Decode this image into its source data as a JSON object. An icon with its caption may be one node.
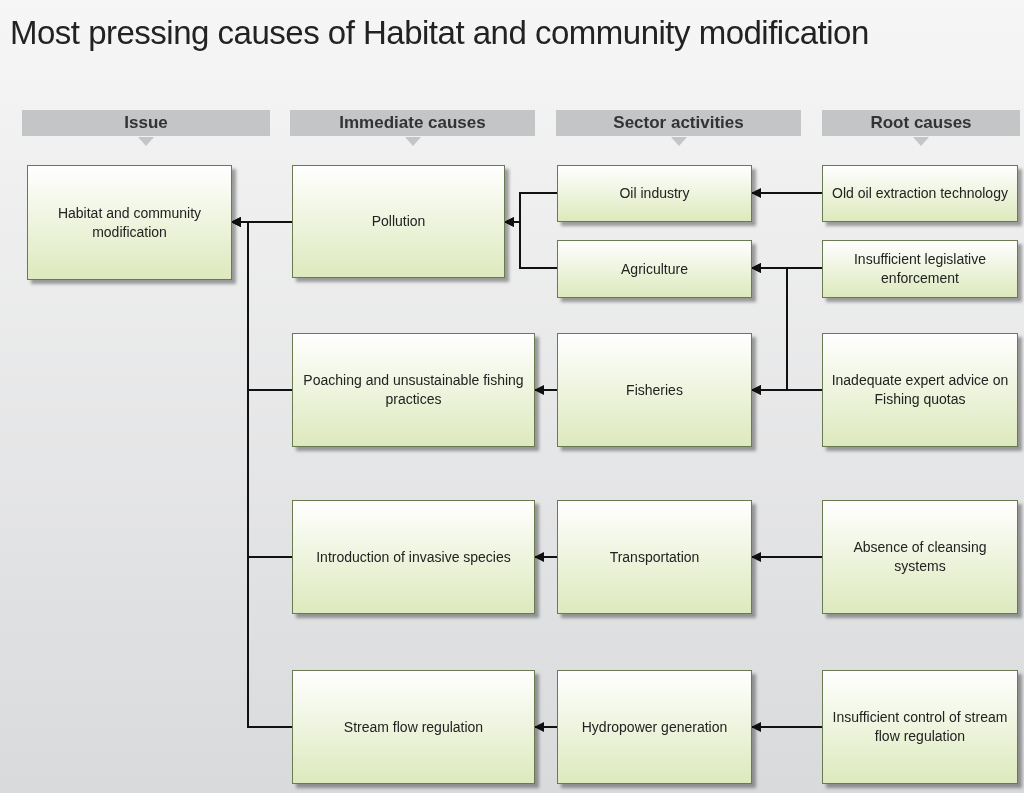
{
  "diagram": {
    "title": "Most pressing causes of Habitat and community modification",
    "nodes": [
      {
        "text": [
          "Issue"
        ]
      },
      {
        "text": [
          "Immediate causes"
        ]
      },
      {
        "text": [
          "Sector activities"
        ]
      },
      {
        "text": [
          "Root causes"
        ]
      },
      {
        "text": [
          "Habitat and community modification"
        ]
      },
      {
        "text": [
          "Pollution"
        ]
      },
      {
        "text": [
          "Oil industry"
        ]
      },
      {
        "text": [
          "Old oil extraction technology"
        ]
      },
      {
        "text": [
          "Agriculture"
        ]
      },
      {
        "text": [
          "Insufficient legislative enforcement"
        ]
      },
      {
        "text": [
          "Poaching  and unsustainable fishing practices"
        ]
      },
      {
        "text": [
          "Fisheries"
        ]
      },
      {
        "text": [
          "Inadequate expert advice on Fishing quotas"
        ]
      },
      {
        "text": [
          "Introduction of invasive species"
        ]
      },
      {
        "text": [
          "Transportation"
        ]
      },
      {
        "text": [
          "Absence of cleansing systems"
        ]
      },
      {
        "text": [
          "Stream flow regulation"
        ]
      },
      {
        "text": [
          "Hydropower generation"
        ]
      },
      {
        "text": [
          "Insufficient control of stream flow regulation"
        ]
      }
    ],
    "edges": [
      {
        "from": 5,
        "to": 4,
        "arrow": "to"
      },
      {
        "from": 10,
        "to": 4,
        "arrow": "to"
      },
      {
        "from": 13,
        "to": 4,
        "arrow": "to"
      },
      {
        "from": 16,
        "to": 4,
        "arrow": "to"
      },
      {
        "from": 6,
        "to": 5,
        "arrow": "to"
      },
      {
        "from": 8,
        "to": 5,
        "arrow": "to"
      },
      {
        "from": 7,
        "to": 6,
        "arrow": "to"
      },
      {
        "from": 9,
        "to": 8,
        "arrow": "to"
      },
      {
        "from": 9,
        "to": 11,
        "arrow": "to"
      },
      {
        "from": 12,
        "to": 8,
        "arrow": "to"
      },
      {
        "from": 12,
        "to": 11,
        "arrow": "to"
      },
      {
        "from": 11,
        "to": 10,
        "arrow": "to"
      },
      {
        "from": 14,
        "to": 13,
        "arrow": "to"
      },
      {
        "from": 15,
        "to": 14,
        "arrow": "to"
      },
      {
        "from": 17,
        "to": 16,
        "arrow": "to"
      },
      {
        "from": 18,
        "to": 17,
        "arrow": "to"
      }
    ]
  }
}
